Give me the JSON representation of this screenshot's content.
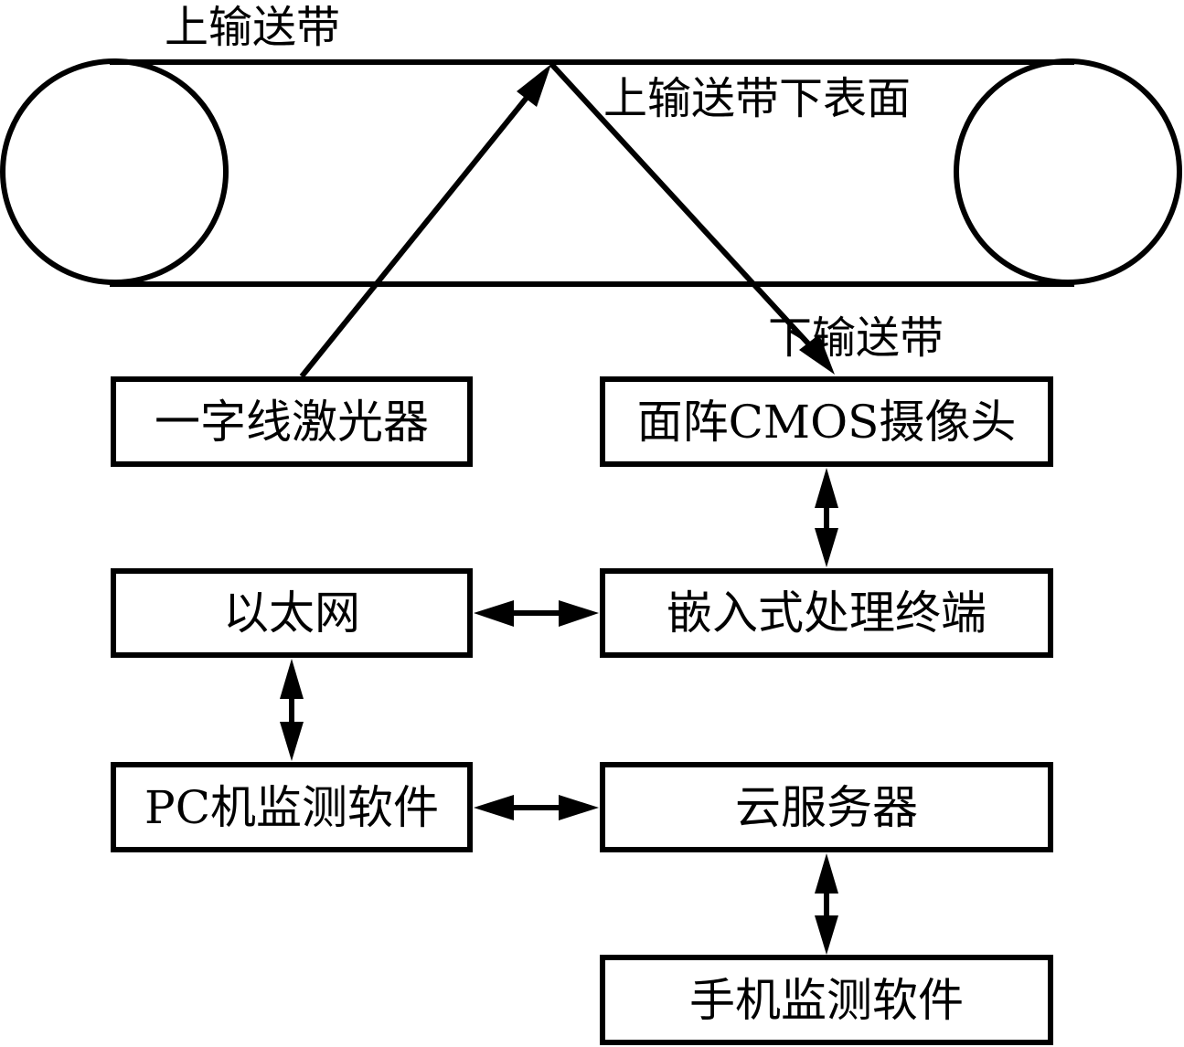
{
  "labels": {
    "upper_belt": "上输送带",
    "upper_belt_lower_surface": "上输送带下表面",
    "lower_belt": "下输送带"
  },
  "boxes": {
    "laser": "一字线激光器",
    "camera": "面阵CMOS摄像头",
    "ethernet": "以太网",
    "embedded_terminal": "嵌入式处理终端",
    "pc_software": "PC机监测软件",
    "cloud_server": "云服务器",
    "mobile_software": "手机监测软件"
  },
  "connections": [
    {
      "from": "laser",
      "to": "upper_belt_lower_surface",
      "type": "one-way"
    },
    {
      "from": "upper_belt_lower_surface",
      "to": "camera",
      "type": "one-way"
    },
    {
      "from": "camera",
      "to": "embedded_terminal",
      "type": "two-way"
    },
    {
      "from": "ethernet",
      "to": "embedded_terminal",
      "type": "two-way"
    },
    {
      "from": "ethernet",
      "to": "pc_software",
      "type": "two-way"
    },
    {
      "from": "pc_software",
      "to": "cloud_server",
      "type": "two-way"
    },
    {
      "from": "cloud_server",
      "to": "mobile_software",
      "type": "two-way"
    }
  ],
  "colors": {
    "stroke": "#000000",
    "background": "#ffffff"
  }
}
